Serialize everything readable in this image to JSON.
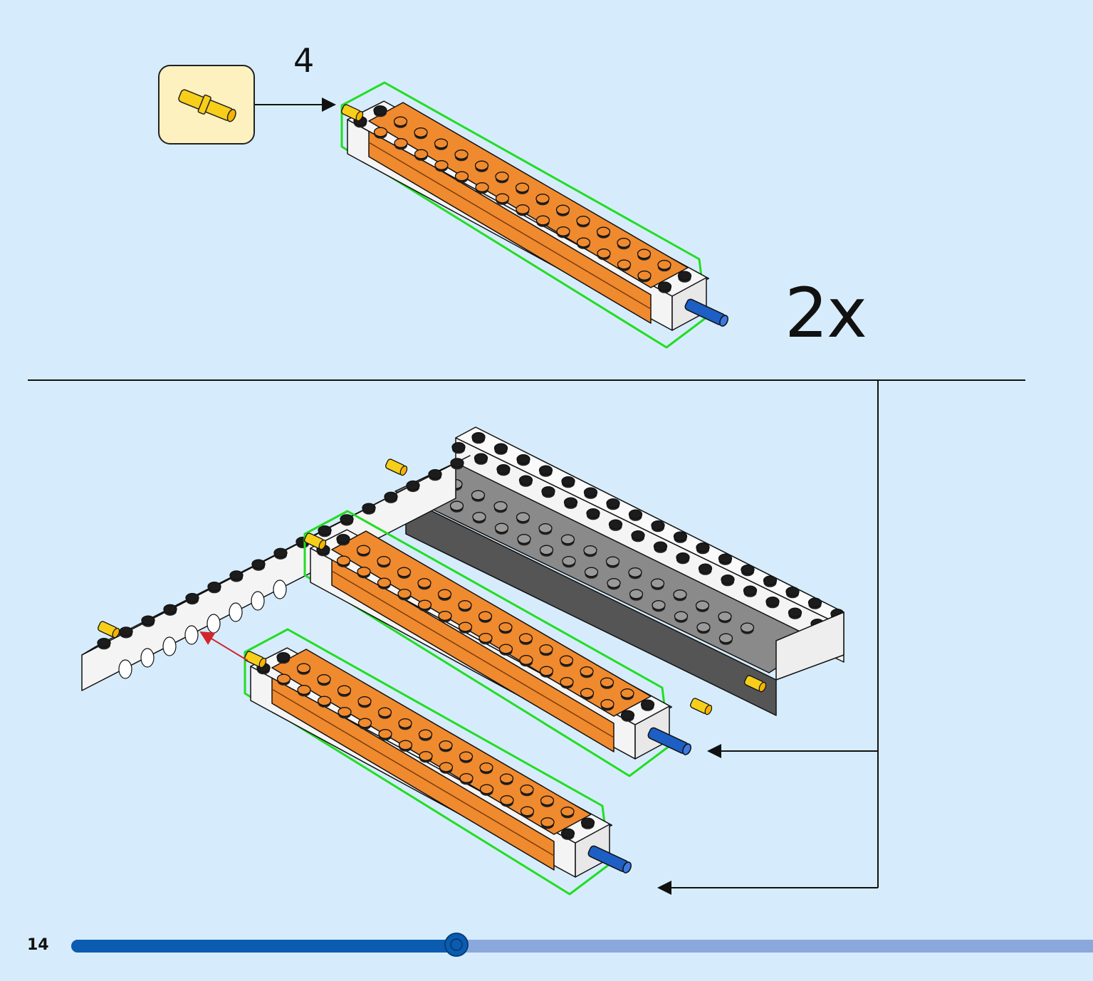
{
  "step": {
    "number": "4",
    "multiplier": "2x"
  },
  "page": {
    "number": "14"
  },
  "progress": {
    "fraction": 0.377
  },
  "colors": {
    "background": "#d6ecfc",
    "callout_fill": "#fdf1c0",
    "orange_plate": "#f08a2e",
    "white_beam": "#f4f4f4",
    "dark_beam": "#555555",
    "highlight": "#22dd22",
    "axle_blue": "#1d5fc4",
    "pin_yellow": "#f7cf1a",
    "motion_arrow": "#d2262c",
    "progress_fill": "#0b5cb0",
    "progress_track": "#8aa8dc"
  },
  "icons": [
    "yellow-pin-icon",
    "blue-axle-pin-icon",
    "stud-icon"
  ]
}
